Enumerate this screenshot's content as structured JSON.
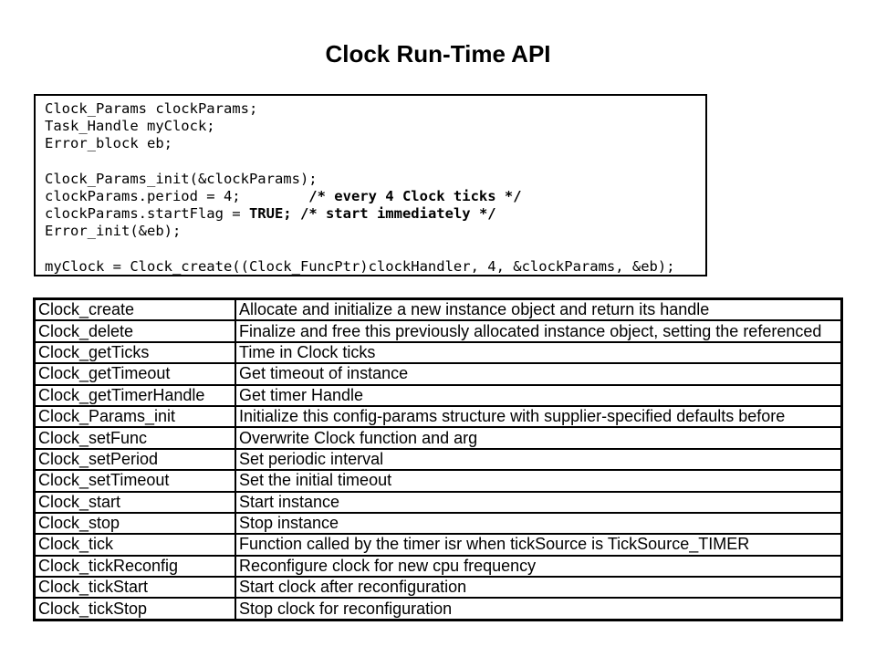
{
  "slide": {
    "title": "Clock Run-Time API"
  },
  "colors": {
    "background": "#ffffff",
    "text": "#000000",
    "border": "#000000"
  },
  "code_block": {
    "lines": [
      [
        {
          "t": "Clock_Params clockParams;"
        }
      ],
      [
        {
          "t": "Task_Handle myClock;"
        }
      ],
      [
        {
          "t": "Error_block eb;"
        }
      ],
      [],
      [
        {
          "t": "Clock_Params_init(&clockParams);"
        }
      ],
      [
        {
          "t": "clockParams.period = 4;        "
        },
        {
          "t": "/* every 4 Clock ticks */",
          "b": true
        }
      ],
      [
        {
          "t": "clockParams.startFlag = "
        },
        {
          "t": "TRUE;",
          "b": true
        },
        {
          "t": " "
        },
        {
          "t": "/* start immediately */",
          "b": true
        }
      ],
      [
        {
          "t": "Error_init(&eb);"
        }
      ],
      [],
      [
        {
          "t": "myClock = Clock_create((Clock_FuncPtr)clockHandler, 4, &clockParams, &eb);"
        }
      ]
    ]
  },
  "api_table": {
    "rows": [
      {
        "name": "Clock_create",
        "desc": "Allocate and initialize a new instance object and return its handle"
      },
      {
        "name": "Clock_delete",
        "desc": "Finalize and free this previously allocated instance object, setting the referenced"
      },
      {
        "name": "Clock_getTicks",
        "desc": "Time in Clock ticks"
      },
      {
        "name": "Clock_getTimeout",
        "desc": "Get timeout of instance"
      },
      {
        "name": "Clock_getTimerHandle",
        "desc": "Get timer Handle"
      },
      {
        "name": "Clock_Params_init",
        "desc": "Initialize this config-params structure with supplier-specified defaults before"
      },
      {
        "name": "Clock_setFunc",
        "desc": "Overwrite Clock function and arg"
      },
      {
        "name": "Clock_setPeriod",
        "desc": "Set periodic interval"
      },
      {
        "name": "Clock_setTimeout",
        "desc": "Set the initial timeout"
      },
      {
        "name": "Clock_start",
        "desc": "Start instance"
      },
      {
        "name": "Clock_stop",
        "desc": "Stop instance"
      },
      {
        "name": "Clock_tick",
        "desc": "Function called by the timer isr when tickSource is TickSource_TIMER"
      },
      {
        "name": "Clock_tickReconfig",
        "desc": "Reconfigure clock for new cpu frequency"
      },
      {
        "name": "Clock_tickStart",
        "desc": "Start clock after reconfiguration"
      },
      {
        "name": "Clock_tickStop",
        "desc": "Stop clock for reconfiguration"
      }
    ]
  }
}
